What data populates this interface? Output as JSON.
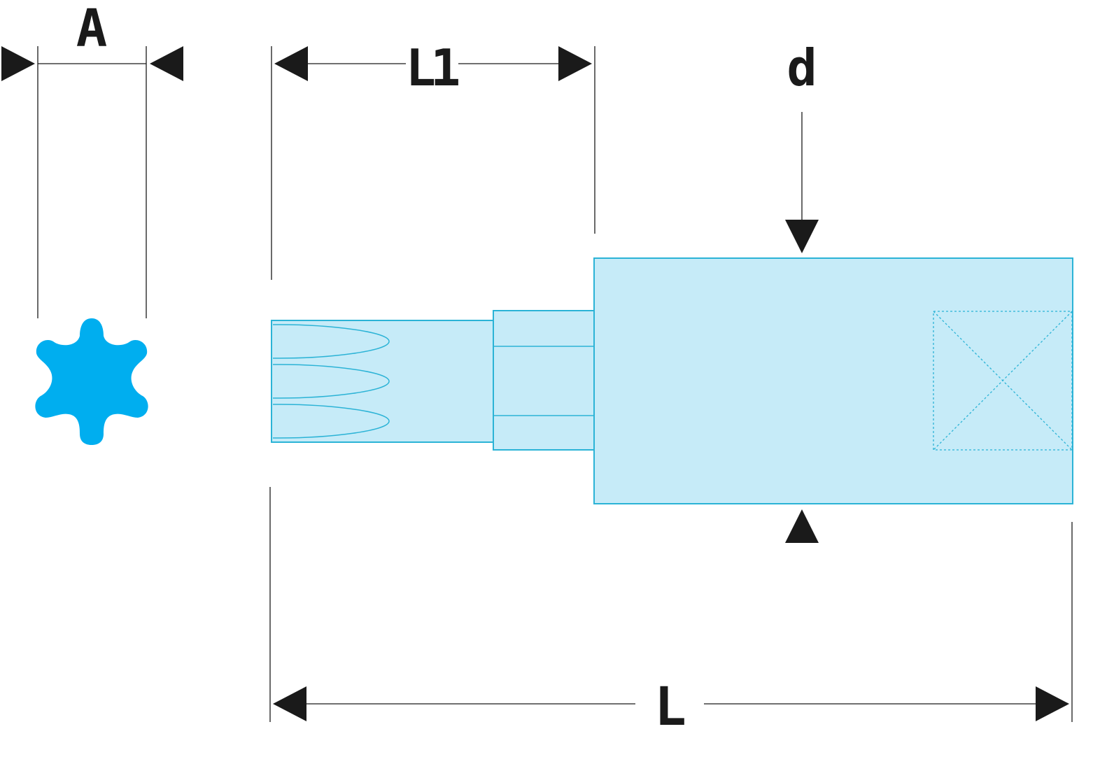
{
  "labels": {
    "A": "A",
    "L1": "L1",
    "d": "d",
    "L": "L"
  },
  "colors": {
    "torx_profile": "#00aeef",
    "body_fill": "#c6ebf8",
    "body_outline": "#2bb3d6",
    "dimension_lines": "#1a1a1a"
  },
  "icons": {
    "profile": "torx-star-icon"
  }
}
